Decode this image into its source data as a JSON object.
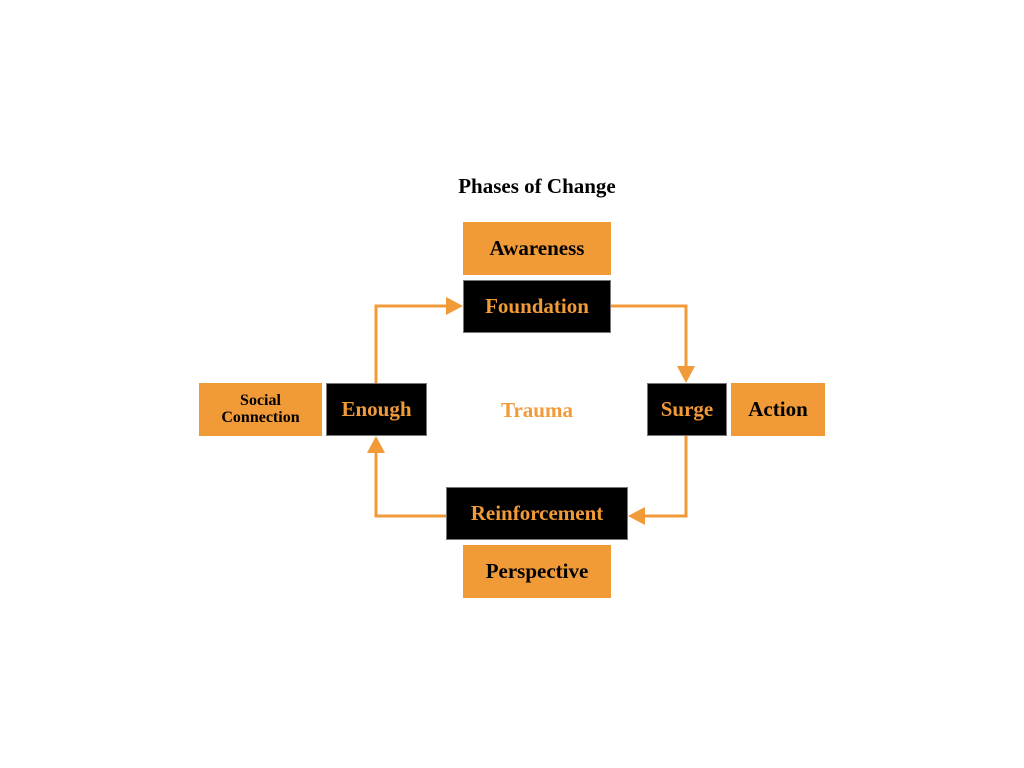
{
  "title": "Phases of Change",
  "center": "Trauma",
  "phases": {
    "foundation": "Foundation",
    "surge": "Surge",
    "reinforcement": "Reinforcement",
    "enough": "Enough"
  },
  "outcomes": {
    "awareness": "Awareness",
    "action": "Action",
    "perspective": "Perspective",
    "social_connection_line1": "Social",
    "social_connection_line2": "Connection"
  },
  "colors": {
    "accent": "#F09A38",
    "dark": "#000000"
  }
}
